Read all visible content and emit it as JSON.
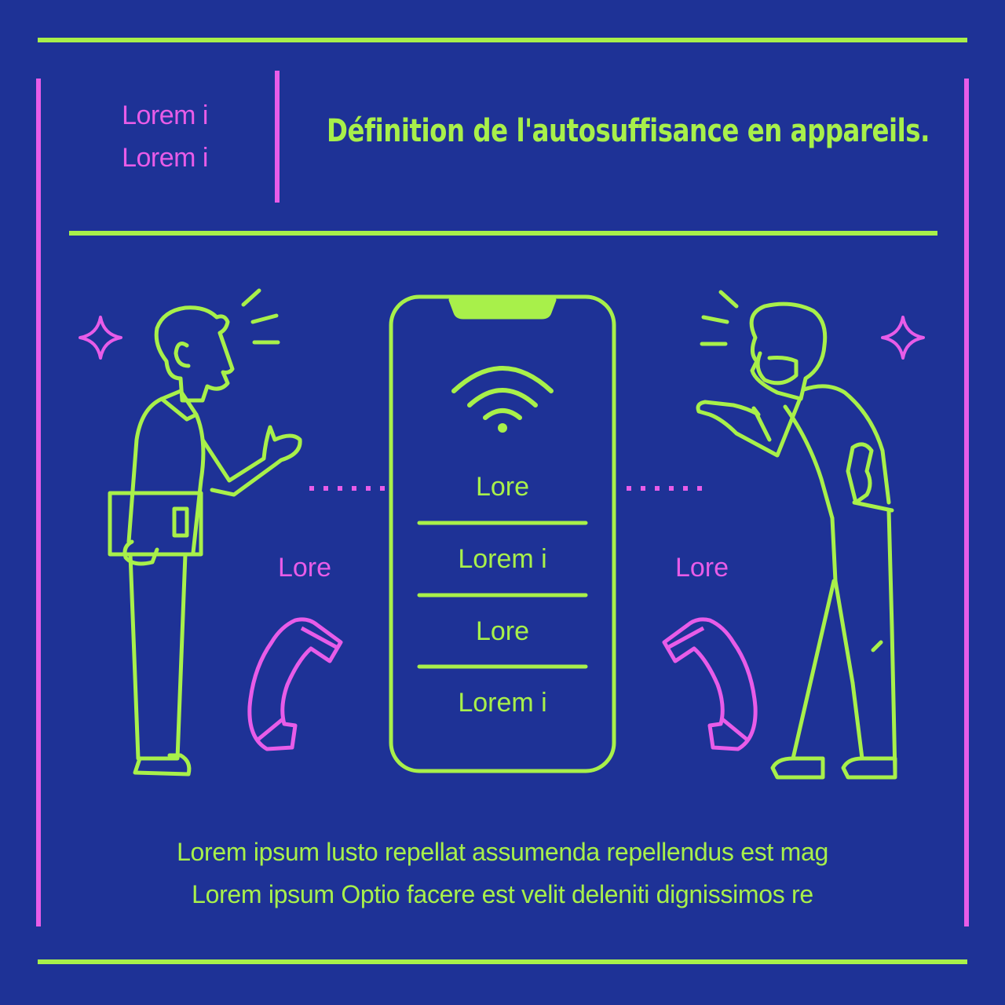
{
  "header": {
    "tag_line_1": "Lorem i",
    "tag_line_2": "Lorem i",
    "title": "Définition de l'autosuffisance en appareils."
  },
  "phone": {
    "items": [
      "Lore",
      "Lorem i",
      "Lore",
      "Lorem i"
    ]
  },
  "left_label": "Lore",
  "right_label": "Lore",
  "footer": {
    "line_1": "Lorem ipsum lusto repellat assumenda repellendus est mag",
    "line_2": "Lorem ipsum Optio facere est velit deleniti dignissimos re"
  },
  "colors": {
    "background": "#1e3296",
    "accent_green": "#a8f04a",
    "accent_pink": "#e85ce8"
  },
  "icons": [
    "sparkle-icon",
    "wifi-icon",
    "phone-handset-icon",
    "person-illustration"
  ]
}
